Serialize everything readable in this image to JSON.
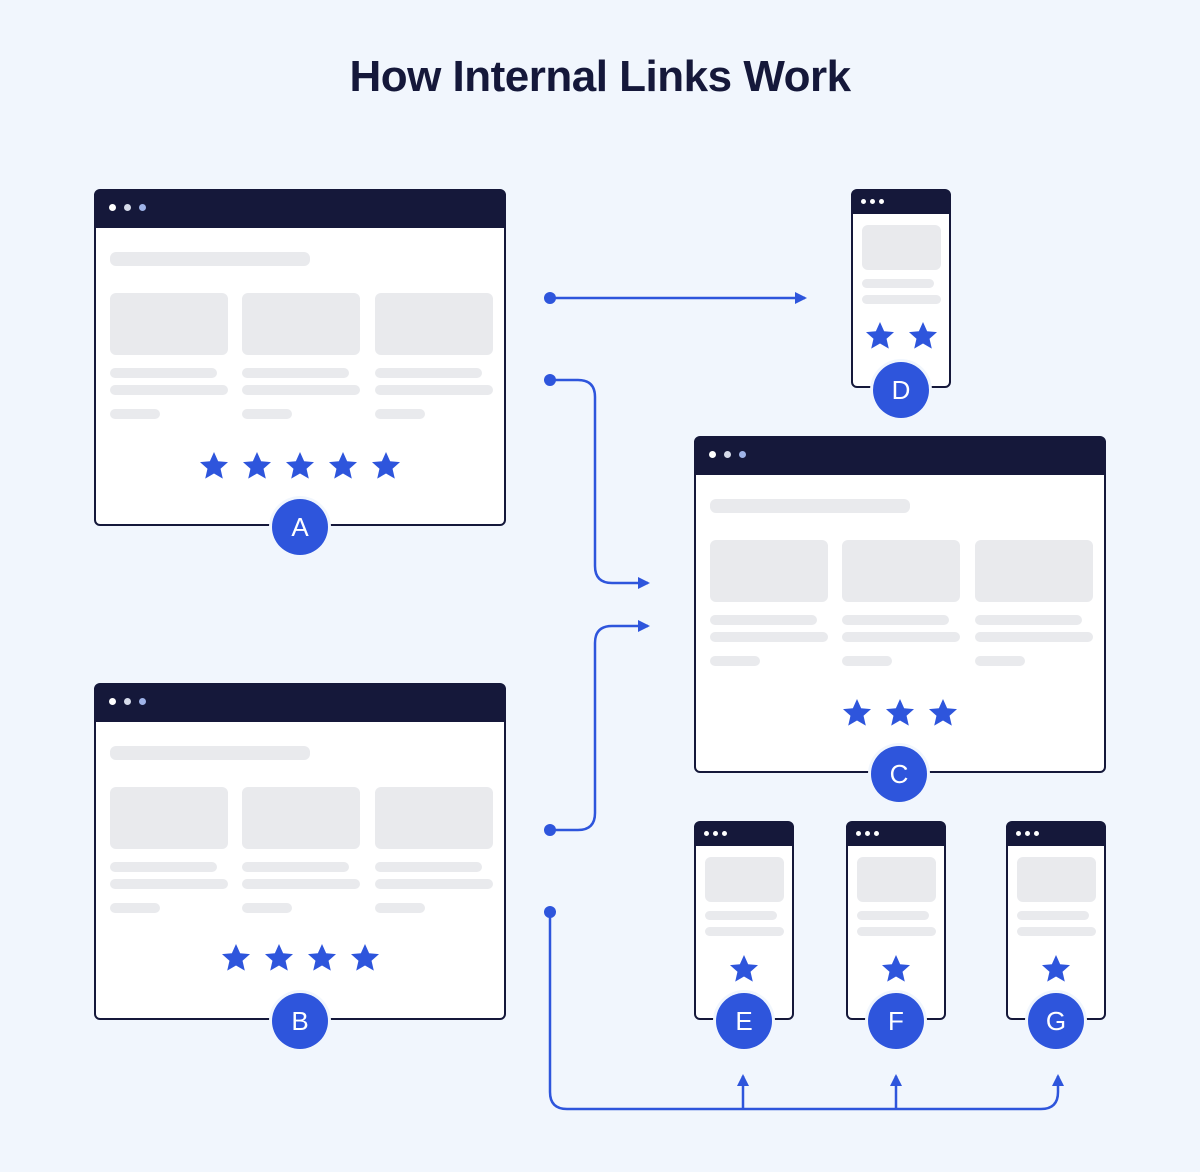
{
  "title": "How Internal Links Work",
  "colors": {
    "dark": "#15183a",
    "accent": "#2e55dc",
    "placeholder": "#e9eaed",
    "background": "#f1f6fd"
  },
  "pages": [
    {
      "id": "A",
      "label": "A",
      "stars": 5
    },
    {
      "id": "B",
      "label": "B",
      "stars": 4
    },
    {
      "id": "C",
      "label": "C",
      "stars": 3
    },
    {
      "id": "D",
      "label": "D",
      "stars": 2
    },
    {
      "id": "E",
      "label": "E",
      "stars": 1
    },
    {
      "id": "F",
      "label": "F",
      "stars": 1
    },
    {
      "id": "G",
      "label": "G",
      "stars": 1
    }
  ],
  "links": [
    {
      "from": "A",
      "to": "D"
    },
    {
      "from": "A",
      "to": "C"
    },
    {
      "from": "B",
      "to": "C"
    },
    {
      "from": "B",
      "to": [
        "E",
        "F",
        "G"
      ]
    }
  ],
  "icons": {
    "star": "star-icon",
    "window_dots": "window-dots-icon",
    "arrow": "arrow-icon"
  }
}
